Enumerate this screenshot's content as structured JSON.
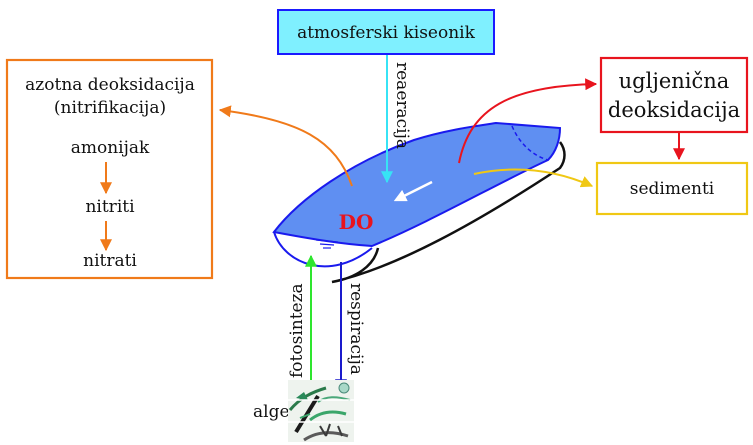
{
  "boxes": {
    "atmospheric": "atmosferski kiseonik",
    "nitrogen_title_1": "azotna deoksidacija",
    "nitrogen_title_2": "(nitrifikacija)",
    "nitrogen_steps": [
      "amonijak",
      "nitriti",
      "nitrati"
    ],
    "carbon_1": "ugljenična",
    "carbon_2": "deoksidacija",
    "sediments": "sedimenti"
  },
  "labels": {
    "reaeration": "reaeracija",
    "oxygen": "DO",
    "photosynthesis": "fotosinteza",
    "respiration": "respiracija",
    "algae": "alge"
  },
  "colors": {
    "atm_fill": "#7ff0ff",
    "atm_border": "#1a1aff",
    "nitrogen": "#f07a1a",
    "carbon": "#e8141e",
    "sediments": "#f0c814",
    "stream_fill": "#5f8ff2",
    "stream_border": "#1a1aee",
    "reaeration_arrow": "#37e3f5",
    "photo_arrow": "#2ee62e",
    "resp_arrow": "#1a1acc",
    "do_text": "#e8141e"
  }
}
